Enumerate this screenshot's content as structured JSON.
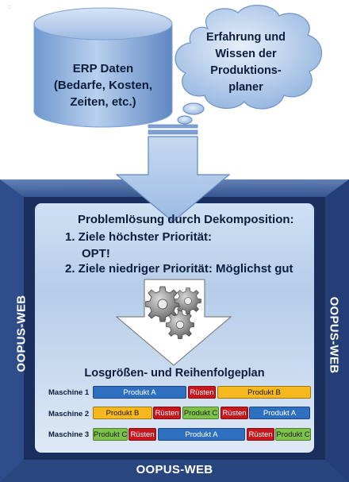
{
  "corner_mark": ":",
  "erp": {
    "text": "ERP Daten\n(Bedarfe, Kosten,\nZeiten, etc.)"
  },
  "cloud": {
    "text": "Erfahrung und\nWissen der\nProduktions-\nplaner"
  },
  "frame": {
    "label": "OOPUS-WEB"
  },
  "decomposition": {
    "title": "Problemlösung durch Dekomposition:",
    "goal1": "1. Ziele höchster Priorität:",
    "goal1_sub": "OPT!",
    "goal2": "2. Ziele niedriger Priorität: Möglichst gut"
  },
  "gear_icon": "gears-icon",
  "plan": {
    "title": "Losgrößen- und Reihenfolgeplan",
    "machines": [
      {
        "label": "Maschine 1",
        "segments": [
          {
            "text": "Produkt A",
            "kind": "A"
          },
          {
            "text": "Rüsten",
            "kind": "R"
          },
          {
            "text": "Produkt B",
            "kind": "B"
          }
        ]
      },
      {
        "label": "Maschine 2",
        "segments": [
          {
            "text": "Produkt B",
            "kind": "B"
          },
          {
            "text": "Rüsten",
            "kind": "R"
          },
          {
            "text": "Produkt C",
            "kind": "C"
          },
          {
            "text": "Rüsten",
            "kind": "R"
          },
          {
            "text": "Produkt A",
            "kind": "A"
          }
        ]
      },
      {
        "label": "Maschine 3",
        "segments": [
          {
            "text": "Produkt C",
            "kind": "C"
          },
          {
            "text": "Rüsten",
            "kind": "R"
          },
          {
            "text": "Produkt A",
            "kind": "A"
          },
          {
            "text": "Rüsten",
            "kind": "R"
          },
          {
            "text": "Produkt C",
            "kind": "C"
          }
        ]
      }
    ]
  },
  "colors": {
    "A": "#2f6fc0",
    "B": "#f6b81d",
    "C": "#7fc24a",
    "R": "#c8161d",
    "frame_dark": "#1d3566",
    "frame_mid": "#4d6fa8",
    "text": "#0c1e3c"
  }
}
